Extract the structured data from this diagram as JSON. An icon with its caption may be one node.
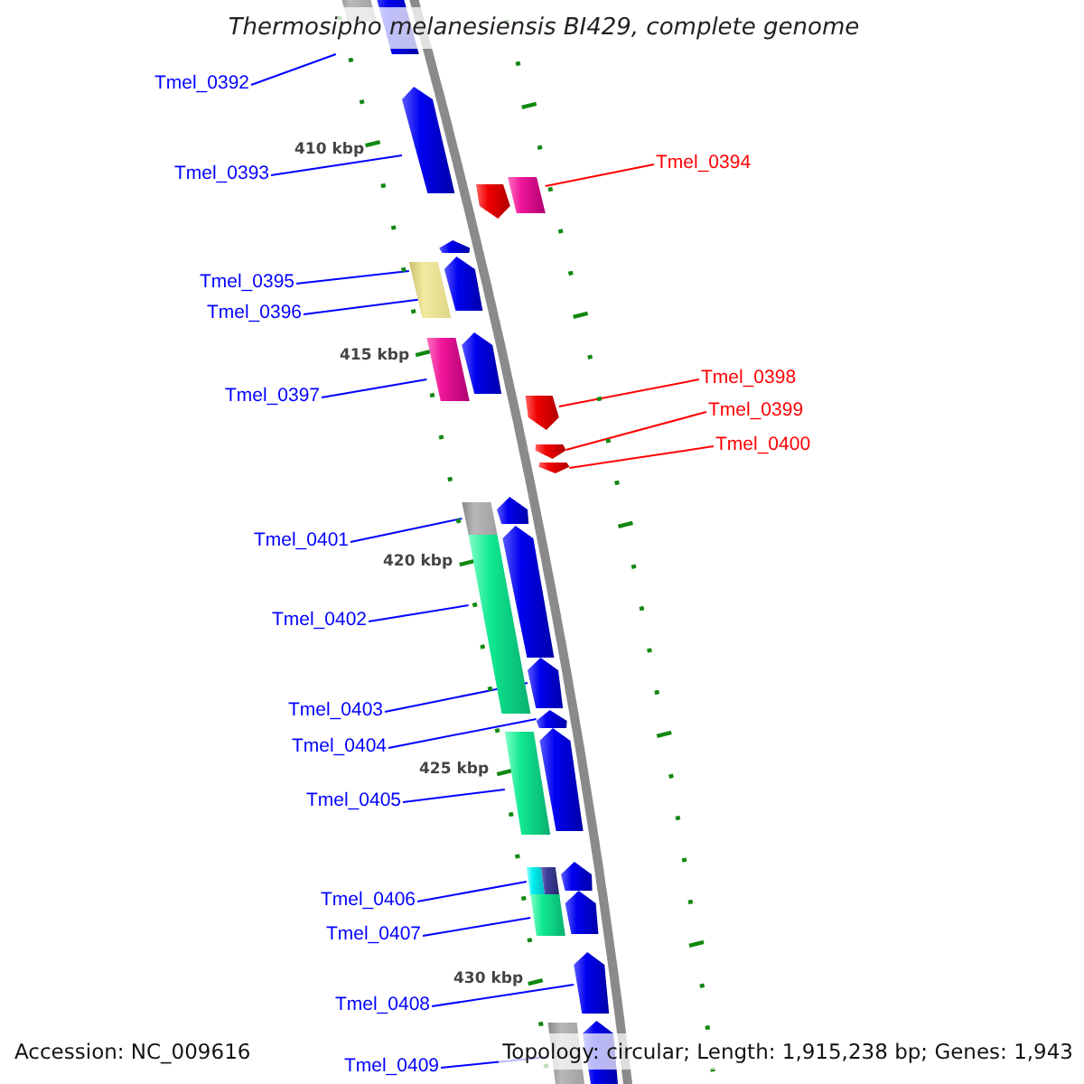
{
  "diagram": {
    "title": "Thermosipho melanesiensis BI429, complete genome",
    "nodes": [
      {
        "text": [
          "Tmel_0392"
        ]
      },
      {
        "text": [],
        "shape": "arrow"
      },
      {
        "text": [
          "Tmel_0393"
        ]
      },
      {
        "text": [],
        "shape": "arrow"
      },
      {
        "text": [
          "Tmel_0394"
        ]
      },
      {
        "text": [],
        "shape": "arrow"
      },
      {
        "text": [
          "Tmel_0395"
        ]
      },
      {
        "text": [],
        "shape": "arrow"
      },
      {
        "text": [
          "Tmel_0396"
        ]
      },
      {
        "text": [],
        "shape": "arrow"
      },
      {
        "text": [
          "Tmel_0397"
        ]
      },
      {
        "text": [],
        "shape": "arrow"
      },
      {
        "text": [
          "Tmel_0398"
        ]
      },
      {
        "text": [],
        "shape": "arrow"
      },
      {
        "text": [
          "Tmel_0399"
        ]
      },
      {
        "text": [],
        "shape": "arrow"
      },
      {
        "text": [
          "Tmel_0400"
        ]
      },
      {
        "text": [],
        "shape": "arrow"
      },
      {
        "text": [
          "Tmel_0401"
        ]
      },
      {
        "text": [],
        "shape": "arrow"
      },
      {
        "text": [
          "Tmel_0402"
        ]
      },
      {
        "text": [],
        "shape": "arrow"
      },
      {
        "text": [
          "Tmel_0403"
        ]
      },
      {
        "text": [],
        "shape": "arrow"
      },
      {
        "text": [
          "Tmel_0404"
        ]
      },
      {
        "text": [],
        "shape": "arrow"
      },
      {
        "text": [
          "Tmel_0405"
        ]
      },
      {
        "text": [],
        "shape": "arrow"
      },
      {
        "text": [
          "Tmel_0406"
        ]
      },
      {
        "text": [],
        "shape": "arrow"
      },
      {
        "text": [
          "Tmel_0407"
        ]
      },
      {
        "text": [],
        "shape": "arrow"
      },
      {
        "text": [
          "Tmel_0408"
        ]
      },
      {
        "text": [],
        "shape": "arrow"
      },
      {
        "text": [
          "Tmel_0409"
        ]
      },
      {
        "text": [],
        "shape": "arrow"
      }
    ],
    "edges": [
      {
        "from": 0,
        "to": 1,
        "arrow": "none"
      },
      {
        "from": 2,
        "to": 3,
        "arrow": "none"
      },
      {
        "from": 4,
        "to": 5,
        "arrow": "none",
        "color": "#ff0000"
      },
      {
        "from": 6,
        "to": 7,
        "arrow": "none"
      },
      {
        "from": 8,
        "to": 9,
        "arrow": "none"
      },
      {
        "from": 10,
        "to": 11,
        "arrow": "none"
      },
      {
        "from": 12,
        "to": 13,
        "arrow": "none",
        "color": "#ff0000"
      },
      {
        "from": 14,
        "to": 15,
        "arrow": "none",
        "color": "#ff0000"
      },
      {
        "from": 16,
        "to": 17,
        "arrow": "none",
        "color": "#ff0000"
      },
      {
        "from": 18,
        "to": 19,
        "arrow": "none"
      },
      {
        "from": 20,
        "to": 21,
        "arrow": "none"
      },
      {
        "from": 22,
        "to": 23,
        "arrow": "none"
      },
      {
        "from": 24,
        "to": 25,
        "arrow": "none"
      },
      {
        "from": 26,
        "to": 27,
        "arrow": "none"
      },
      {
        "from": 28,
        "to": 29,
        "arrow": "none"
      },
      {
        "from": 30,
        "to": 31,
        "arrow": "none"
      },
      {
        "from": 32,
        "to": 33,
        "arrow": "none"
      },
      {
        "from": 34,
        "to": 35,
        "arrow": "none"
      }
    ],
    "labels": [
      "410 kbp",
      "415 kbp",
      "420 kbp",
      "425 kbp",
      "430 kbp",
      "Accession: NC_009616",
      "Topology: circular; Length: 1,915,238 bp; Genes: 1,943"
    ]
  }
}
